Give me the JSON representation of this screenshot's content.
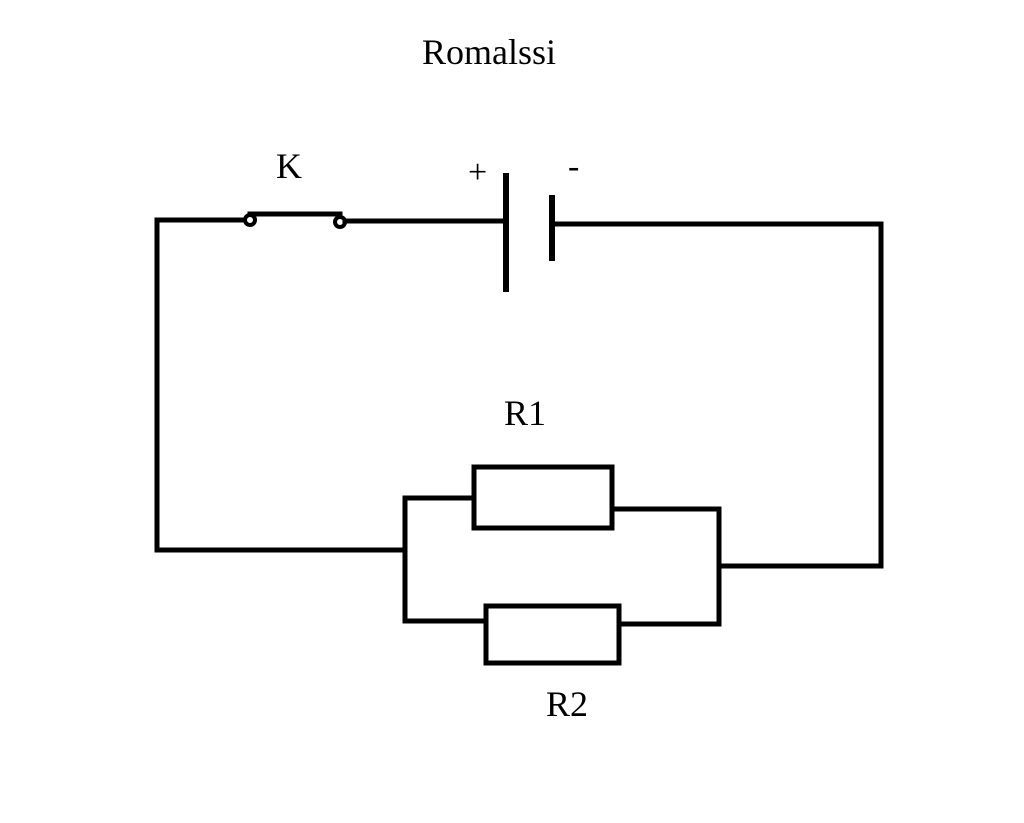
{
  "title": "Romalssi",
  "components": {
    "switch": {
      "label": "K"
    },
    "battery": {
      "positive_label": "+",
      "negative_label": "-"
    },
    "resistor_1": {
      "label": "R1"
    },
    "resistor_2": {
      "label": "R2"
    }
  }
}
